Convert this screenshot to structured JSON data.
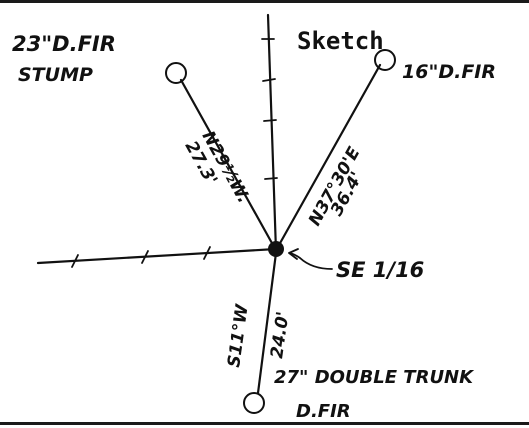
{
  "title": "Sketch",
  "center_label": "SE 1/16",
  "colors": {
    "ink": "#111111",
    "paper": "#ffffff"
  },
  "bearing_trees": [
    {
      "id": "nw",
      "tree": [
        "23\"D.FIR",
        "STUMP"
      ],
      "bearing": "N29½W.",
      "distance": "27.3'"
    },
    {
      "id": "ne",
      "tree": [
        "16\"D.FIR"
      ],
      "bearing": "N37°30'E",
      "distance": "36.4'"
    },
    {
      "id": "s",
      "tree": [
        "27\" DOUBLE TRUNK",
        "D.FIR"
      ],
      "bearing": "S11°W",
      "distance": "24.0'"
    }
  ]
}
